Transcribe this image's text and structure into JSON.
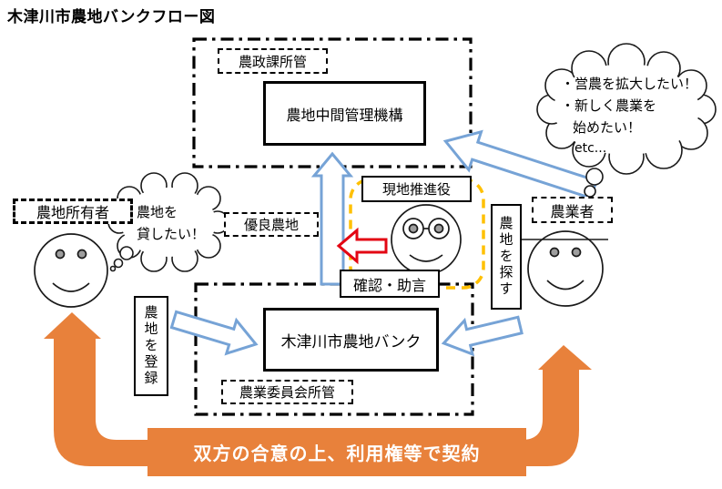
{
  "title": "木津川市農地バンクフロー図",
  "colors": {
    "orange": "#E8813B",
    "blue": "#76A3D6",
    "red": "#E30613",
    "yellow": "#FFC000"
  },
  "prefecture_section": {
    "jurisdiction": "農政課所管",
    "org": "農地中間管理機構"
  },
  "city_section": {
    "jurisdiction": "農業委員会所管",
    "org": "木津川市農地バンク"
  },
  "owner": {
    "label": "農地所有者",
    "thought_line1": "農地を",
    "thought_line2": "貸したい！",
    "action": "農地を登録"
  },
  "farmer": {
    "label": "農業者",
    "thought_line1": "・営農を拡大したい！",
    "thought_line2": "・新しく農業を",
    "thought_line3": "始めたい！",
    "thought_line4": "etc...",
    "action": "農地を探す"
  },
  "promoter": {
    "label": "現地推進役",
    "action": "確認・助言"
  },
  "land_label": "優良農地",
  "contract_banner": "双方の合意の上、利用権等で契約"
}
